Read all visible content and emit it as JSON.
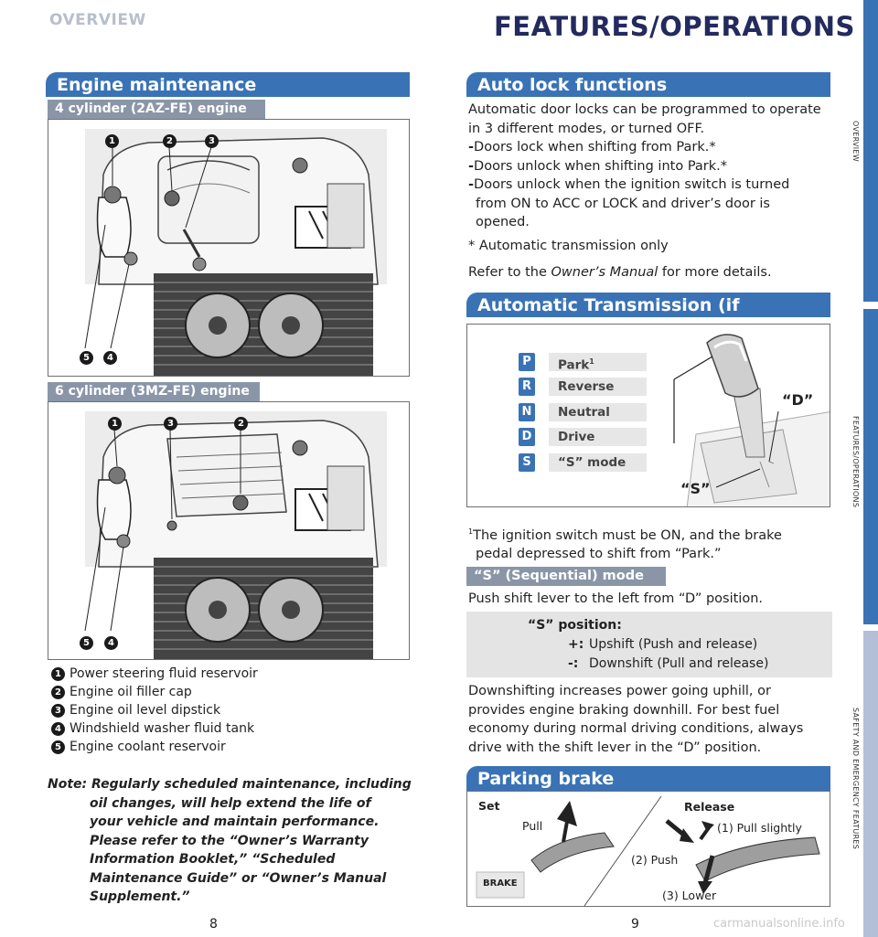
{
  "header": {
    "overview": "OVERVIEW",
    "features": "FEATURES/OPERATIONS"
  },
  "engine_maintenance": {
    "title": "Engine maintenance",
    "engine_4cyl": {
      "title": "4 cylinder (2AZ-FE) engine",
      "badges": [
        "1",
        "2",
        "3",
        "5",
        "4"
      ]
    },
    "engine_6cyl": {
      "title": "6 cylinder (3MZ-FE) engine",
      "badges": [
        "1",
        "3",
        "2",
        "5",
        "4"
      ]
    },
    "legend": [
      {
        "num": "1",
        "text": "Power steering fluid reservoir"
      },
      {
        "num": "2",
        "text": "Engine oil filler cap"
      },
      {
        "num": "3",
        "text": "Engine oil level dipstick"
      },
      {
        "num": "4",
        "text": "Windshield washer fluid tank"
      },
      {
        "num": "5",
        "text": "Engine coolant reservoir"
      }
    ],
    "note_lines": [
      "Note: Regularly scheduled maintenance, including",
      "oil changes, will help extend the life of",
      "your vehicle and maintain performance.",
      "Please refer to the “Owner’s Warranty",
      "Information Booklet,” “Scheduled",
      "Maintenance Guide” or “Owner’s Manual",
      "Supplement.”"
    ]
  },
  "auto_lock": {
    "title": "Auto lock functions",
    "intro_lines": [
      "Automatic door locks can be programmed to operate",
      "in 3 different modes, or turned OFF."
    ],
    "dash": "-",
    "bullet1": "Doors lock when shifting from Park.*",
    "bullet2": "Doors unlock when shifting into Park.*",
    "bullet3_lines": [
      "Doors unlock when the ignition switch is turned",
      "from ON to ACC or LOCK and driver’s door is",
      "opened."
    ],
    "footnote": "* Automatic transmission only",
    "refer_pre": "Refer to the ",
    "refer_manual": "Owner’s Manual",
    "refer_post": " for more details."
  },
  "transmission": {
    "title": "Automatic Transmission (if equipped)",
    "gears": [
      {
        "letter": "P",
        "label": "Park",
        "sup": "1"
      },
      {
        "letter": "R",
        "label": "Reverse"
      },
      {
        "letter": "N",
        "label": "Neutral"
      },
      {
        "letter": "D",
        "label": "Drive"
      },
      {
        "letter": "S",
        "label": "“S” mode"
      }
    ],
    "callout_d": "“D”",
    "callout_s": "“S”",
    "footnote_num": "1",
    "footnote_lines": [
      "The ignition switch must be ON, and the brake",
      "pedal depressed to shift from “Park.”"
    ]
  },
  "s_mode": {
    "title": "“S” (Sequential) mode",
    "instruction": "Push shift lever to the left from “D” position.",
    "position_label": "“S” position:",
    "plus_sym": "+:",
    "plus_text": "Upshift (Push and release)",
    "minus_sym": "-:",
    "minus_text": "Downshift (Pull and release)",
    "para_lines": [
      "Downshifting increases power going uphill, or",
      "provides engine braking downhill. For best fuel",
      "economy during normal driving conditions, always",
      "drive with the shift lever in the “D” position."
    ]
  },
  "parking_brake": {
    "title": "Parking brake",
    "set": "Set",
    "pull": "Pull",
    "release": "Release",
    "step1": "(1) Pull slightly",
    "step2": "(2) Push",
    "step3": "(3) Lower",
    "brake_label": "BRAKE"
  },
  "side_tabs": {
    "overview": "OVERVIEW",
    "features": "FEATURES/OPERATIONS",
    "safety": "SAFETY AND EMERGENCY FEATURES"
  },
  "page_numbers": {
    "left": "8",
    "right": "9"
  },
  "watermark": "carmanualsonline.info",
  "colors": {
    "section_bar": "#3a72b6",
    "sub_bar": "#8a96a8",
    "title_navy": "#232a5e",
    "tab_active": "#3a72b6",
    "tab_inactive": "#b2bfd6"
  }
}
